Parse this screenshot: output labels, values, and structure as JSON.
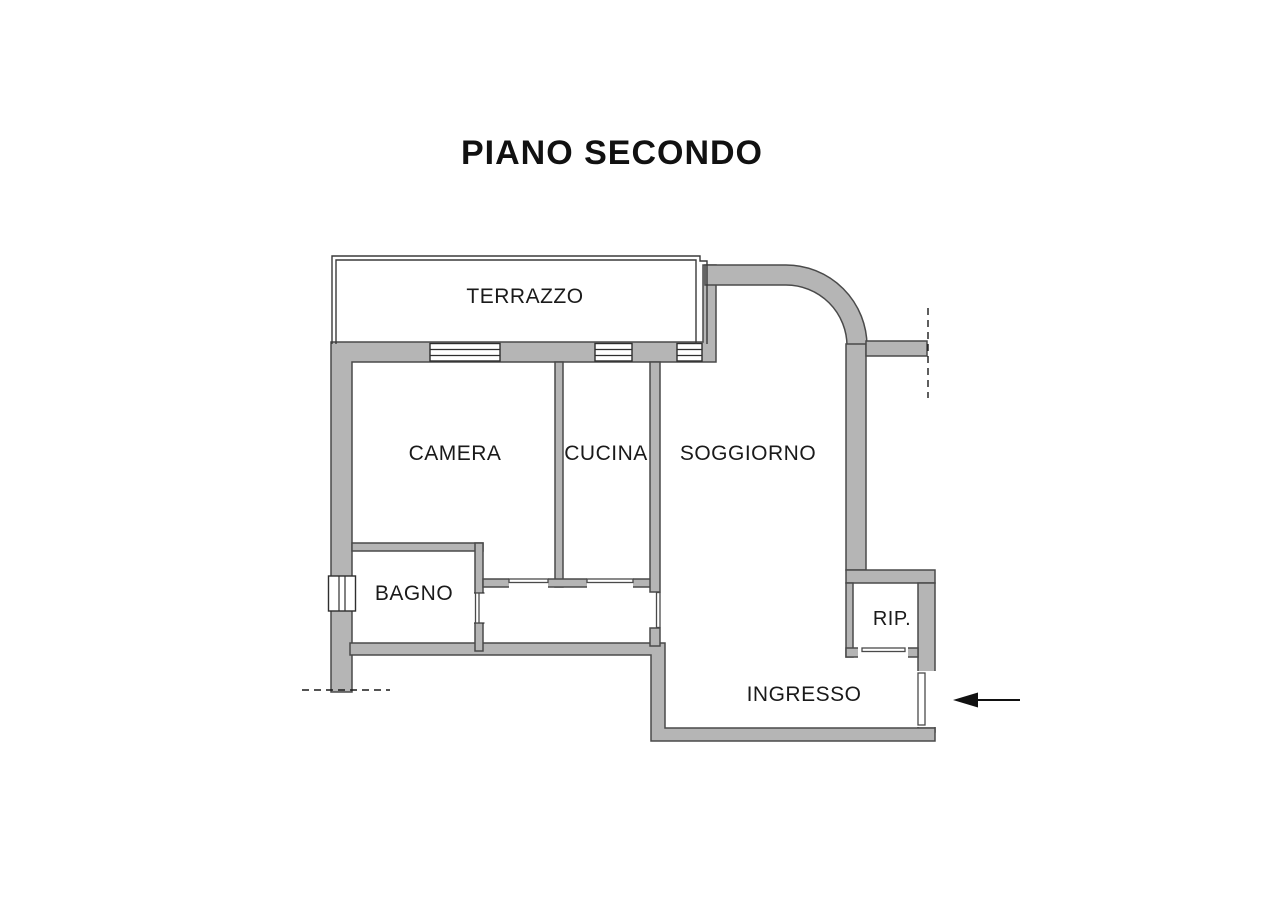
{
  "plan": {
    "title": "PIANO SECONDO",
    "rooms": {
      "terrazzo": "TERRAZZO",
      "camera": "CAMERA",
      "cucina": "CUCINA",
      "soggiorno": "SOGGIORNO",
      "bagno": "BAGNO",
      "rip": "RIP.",
      "ingresso": "INGRESSO"
    },
    "entrance_arrow_direction": "left",
    "colors": {
      "wall_fill": "#b5b5b5",
      "wall_outline": "#4a4a4a",
      "text": "#1a1a1a",
      "background": "#ffffff"
    }
  }
}
